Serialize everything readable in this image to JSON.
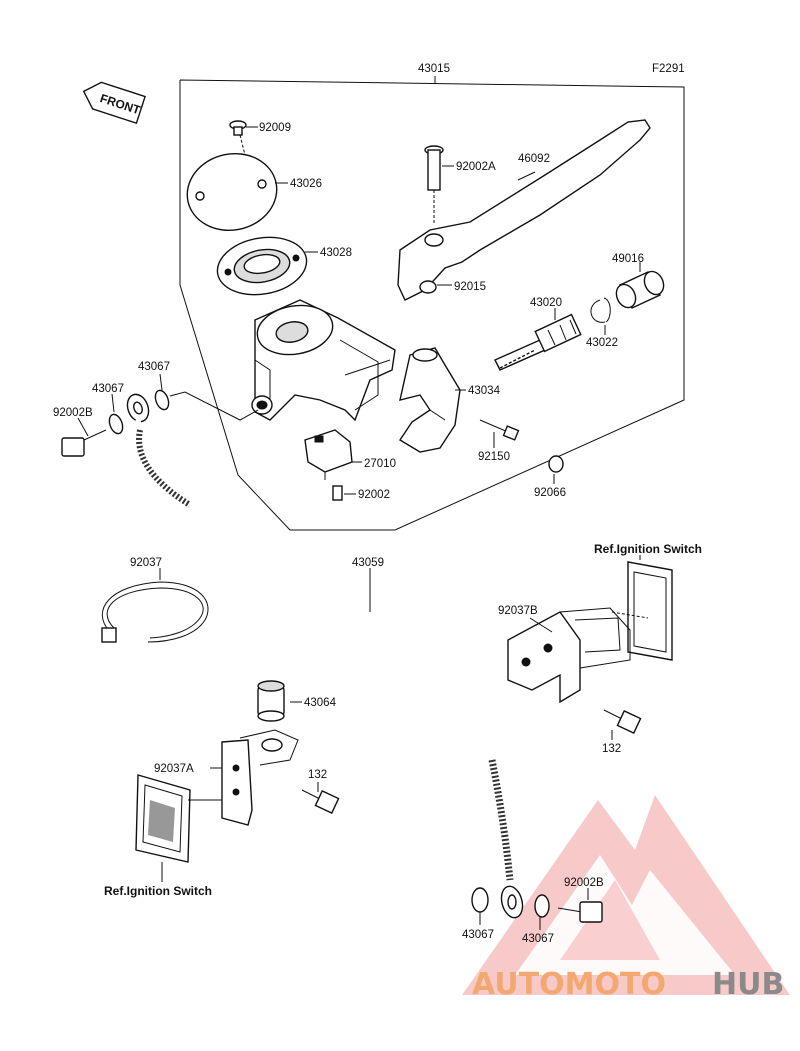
{
  "diagram": {
    "code": "F2291",
    "front_tag": "FRONT",
    "labels": {
      "p43015": "43015",
      "p92009": "92009",
      "p43026": "43026",
      "p43028": "43028",
      "p92002A": "92002A",
      "p46092": "46092",
      "p92015": "92015",
      "p49016": "49016",
      "p43020": "43020",
      "p43022": "43022",
      "p43067a": "43067",
      "p43067b": "43067",
      "p92002B_top": "92002B",
      "p43034": "43034",
      "p27010": "27010",
      "p92150": "92150",
      "p92002": "92002",
      "p92066": "92066",
      "p92037": "92037",
      "p43059": "43059",
      "ref_right": "Ref.Ignition Switch",
      "p92037B": "92037B",
      "p132_right": "132",
      "p43064": "43064",
      "p92037A": "92037A",
      "p132_left": "132",
      "ref_left": "Ref.Ignition Switch",
      "p92002B_bot": "92002B",
      "p43067c": "43067",
      "p43067d": "43067"
    }
  },
  "watermark": {
    "text_accent": "AUTOMOTO",
    "text_dark": "HUB",
    "accent_color": "#f2a870",
    "dark_color": "#8a8a8a",
    "logo_color": "#f08080"
  }
}
